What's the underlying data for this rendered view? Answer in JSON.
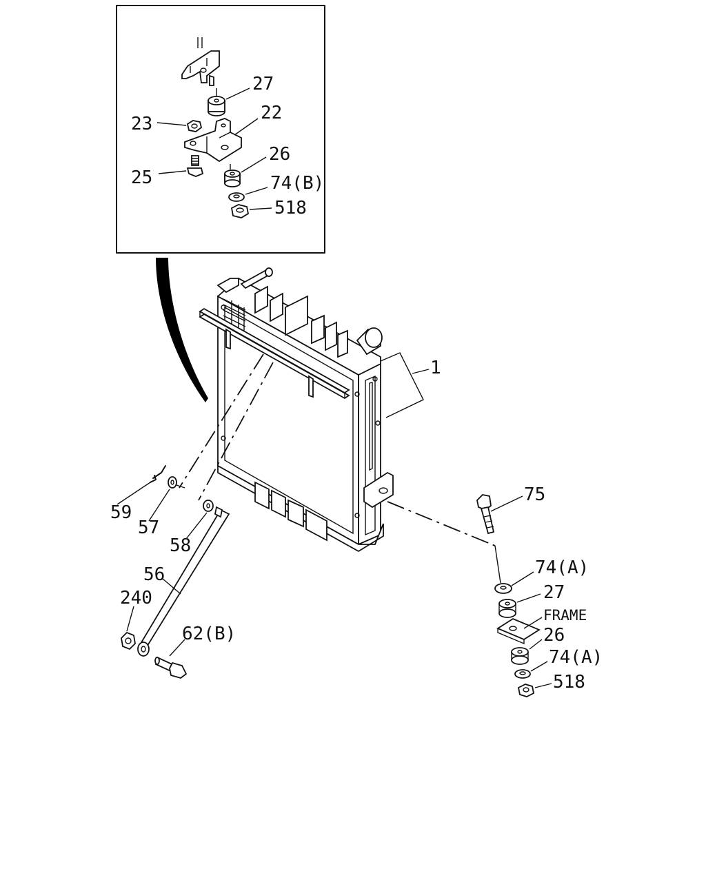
{
  "callouts": {
    "c27_top": "27",
    "c23": "23",
    "c22": "22",
    "c26_top": "26",
    "c25": "25",
    "c74b": "74(B)",
    "c518_top": "518",
    "c1": "1",
    "c59": "59",
    "c57": "57",
    "c58": "58",
    "c56": "56",
    "c240": "240",
    "c62b": "62(B)",
    "c75": "75",
    "c74a_1": "74(A)",
    "c27_bottom": "27",
    "frame": "FRAME",
    "c26_bottom": "26",
    "c74a_2": "74(A)",
    "c518_bottom": "518"
  }
}
